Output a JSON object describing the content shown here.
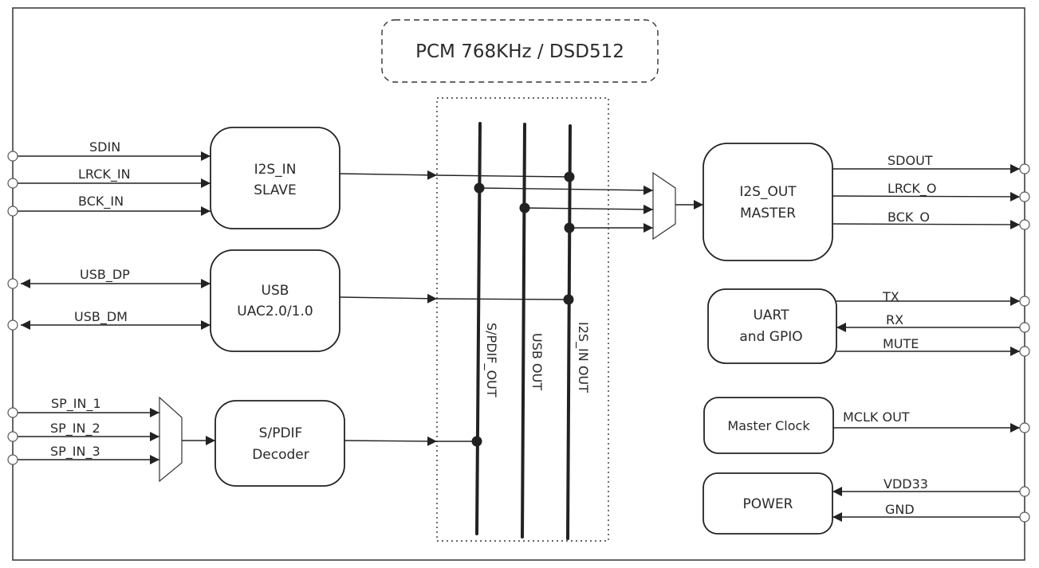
{
  "title_badge": "PCM 768KHz / DSD512",
  "blocks": {
    "i2s_in": {
      "line1": "I2S_IN",
      "line2": "SLAVE"
    },
    "usb": {
      "line1": "USB",
      "line2": "UAC2.0/1.0"
    },
    "spdif": {
      "line1": "S/PDIF",
      "line2": "Decoder"
    },
    "i2s_out": {
      "line1": "I2S_OUT",
      "line2": "MASTER"
    },
    "uart": {
      "line1": "UART",
      "line2": "and GPIO"
    },
    "mclk": {
      "line1": "Master Clock"
    },
    "power": {
      "line1": "POWER"
    }
  },
  "signals": {
    "left": {
      "sdin": "SDIN",
      "lrck_in": "LRCK_IN",
      "bck_in": "BCK_IN",
      "usb_dp": "USB_DP",
      "usb_dm": "USB_DM",
      "sp_in_1": "SP_IN_1",
      "sp_in_2": "SP_IN_2",
      "sp_in_3": "SP_IN_3"
    },
    "right": {
      "sdout": "SDOUT",
      "lrck_o": "LRCK_O",
      "bck_o": "BCK_O",
      "tx": "TX",
      "rx": "RX",
      "mute": "MUTE",
      "mclk_out": "MCLK OUT",
      "vdd33": "VDD33",
      "gnd": "GND"
    }
  },
  "buses": {
    "spdif_out": "S/PDIF_OUT",
    "usb_out": "USB OUT",
    "i2s_in_out": "I2S_IN OUT"
  }
}
